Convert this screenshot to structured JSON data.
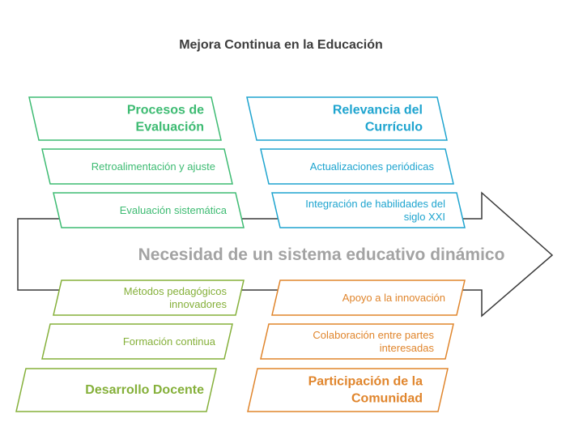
{
  "title": "Mejora Continua en la Educación",
  "center_label": "Necesidad de un sistema educativo dinámico",
  "colors": {
    "arrow_stroke": "#3a3a3a",
    "center_text": "#a3a3a3",
    "title": "#3d3d3d",
    "green": "#3dbb72",
    "blue": "#1ea4cf",
    "olive": "#85b03a",
    "orange": "#e0852c"
  },
  "groups": [
    {
      "id": "procesos",
      "color": "#3dbb72",
      "category": [
        "Procesos de",
        "Evaluación"
      ],
      "items": [
        [
          "Retroalimentación y ajuste"
        ],
        [
          "Evaluación sistemática"
        ]
      ]
    },
    {
      "id": "relevancia",
      "color": "#1ea4cf",
      "category": [
        "Relevancia del",
        "Currículo"
      ],
      "items": [
        [
          "Actualizaciones periódicas"
        ],
        [
          "Integración de habilidades del",
          "siglo XXI"
        ]
      ]
    },
    {
      "id": "desarrollo",
      "color": "#85b03a",
      "category": [
        "Desarrollo Docente"
      ],
      "items": [
        [
          "Métodos pedagógicos",
          "innovadores"
        ],
        [
          "Formación continua"
        ]
      ]
    },
    {
      "id": "participacion",
      "color": "#e0852c",
      "category": [
        "Participación de la",
        "Comunidad"
      ],
      "items": [
        [
          "Apoyo a la innovación"
        ],
        [
          "Colaboración entre partes",
          "interesadas"
        ]
      ]
    }
  ]
}
